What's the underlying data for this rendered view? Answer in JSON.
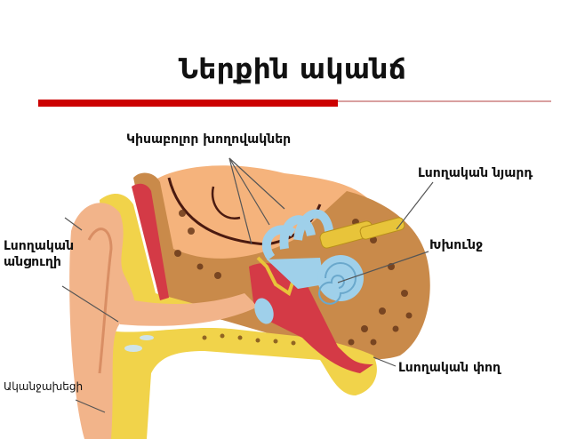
{
  "title": "Ներքին ականճ",
  "colors": {
    "accent_red": "#cc0000",
    "rule_thin": "#d9a0a0",
    "skin": "#f2b48a",
    "fat_yellow": "#f1d34a",
    "bone": "#c98a4a",
    "canal_red": "#d43a46",
    "labyrinth_blue": "#9fd0ea",
    "nerve_yellow": "#e8c43a",
    "brain": "#f5b37c"
  },
  "labels": {
    "semicircular_canals": "Կիսաբոլոր խողովակներ",
    "auditory_nerve": "Լսողական նյարդ",
    "cochlea": "Խխունջ",
    "ear_canal_line1": "Լսողական",
    "ear_canal_line2": "անցուղի",
    "earlobe": "Ականջախեցի",
    "eustachian_tube": "Լսողական փող"
  }
}
